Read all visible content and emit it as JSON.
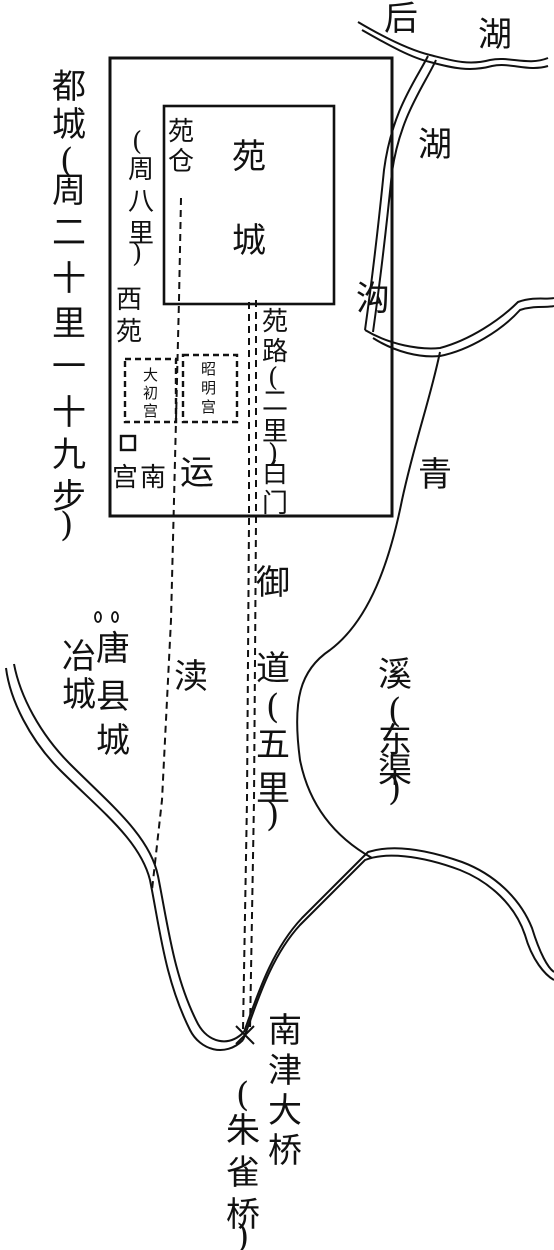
{
  "labels": {
    "hou": "后",
    "hu_top": "湖",
    "hu_ditch_1": "湖",
    "hu_ditch_2": "沟",
    "capital_1": "都",
    "capital_2": "城",
    "capital_3": "(",
    "capital_4": "周",
    "capital_5": "二",
    "capital_6": "十",
    "capital_7": "里",
    "capital_8": "一",
    "capital_9": "十",
    "capital_10": "九",
    "capital_11": "步",
    "capital_12": ")",
    "yuancang_1": "苑",
    "yuancang_2": "仓",
    "zhou_1": "(",
    "zhou_2": "周",
    "zhou_3": "八",
    "zhou_4": "里",
    "zhou_5": ")",
    "yuancheng_1": "苑",
    "yuancheng_2": "城",
    "xiyuan_1": "西",
    "xiyuan_2": "苑",
    "dachugong_1": "大",
    "dachugong_2": "初",
    "dachugong_3": "宫",
    "zhaominggong_1": "昭",
    "zhaominggong_2": "明",
    "zhaominggong_3": "宫",
    "nangong_1": "宫",
    "nangong_2": "南",
    "yun": "运",
    "yuanlu_1": "苑",
    "yuanlu_2": "路",
    "yuanlu_3": "(",
    "yuanlu_4": "二",
    "yuanlu_5": "里",
    "yuanlu_6": ")",
    "baimen_1": "白",
    "baimen_2": "门",
    "qing": "青",
    "yudao_1": "御",
    "yudao_2": "道",
    "yudao_3": "(",
    "yudao_4": "五",
    "yudao_5": "里",
    "yudao_6": ")",
    "yecheng_1": "冶",
    "yecheng_2": "城",
    "tangxian_1": "唐",
    "tangxian_2": "县",
    "tangxian_3": "城",
    "du": "渎",
    "xi_1": "溪",
    "xi_2": "(",
    "xi_3": "东",
    "xi_4": "渠",
    "xi_5": ")",
    "nanjin_1": "南",
    "nanjin_2": "津",
    "nanjin_3": "大",
    "nanjin_4": "桥",
    "zhuque_1": "(",
    "zhuque_2": "朱",
    "zhuque_3": "雀",
    "zhuque_4": "桥",
    "zhuque_5": ")"
  }
}
